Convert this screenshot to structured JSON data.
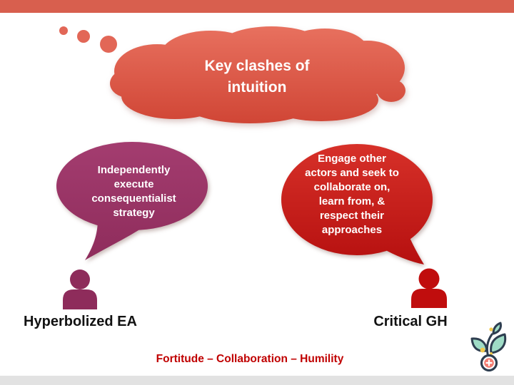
{
  "slide": {
    "top_bar_color": "#D85F4E",
    "bottom_bar_color": "#E2E2E2",
    "background_color": "#FFFFFF"
  },
  "cloud": {
    "title": "Key clashes of\nintuition",
    "gradient_top": "#E8715F",
    "gradient_bottom": "#D04535",
    "dot_color": "#E26757"
  },
  "bubbles": {
    "left": {
      "text": "Independently\nexecute\nconsequentialist\nstrategy",
      "gradient_top": "#A43D70",
      "gradient_bottom": "#8D2B5A"
    },
    "right": {
      "text": "Engage other\nactors and seek to\ncollaborate on,\nlearn from, &\nrespect their\napproaches",
      "gradient_top": "#D8322A",
      "gradient_bottom": "#B30D0D"
    }
  },
  "actors": {
    "left": {
      "label": "Hyperbolized EA",
      "color": "#8E2C5B"
    },
    "right": {
      "label": "Critical GH",
      "color": "#C00D0D"
    }
  },
  "footer": {
    "motto": "Fortitude – Collaboration – Humility",
    "color": "#C00000"
  },
  "logo": {
    "leaf_color": "#9FDCC6",
    "outline_color": "#2E3E50",
    "dot_color": "#F2C94C",
    "cross_bg_color": "#F27D72",
    "cross_color": "#FFFFFF"
  },
  "icons": {
    "left_actor": "person-icon",
    "right_actor": "person-icon",
    "title_shape": "thought-cloud",
    "logo": "seedling-health-logo-icon"
  }
}
